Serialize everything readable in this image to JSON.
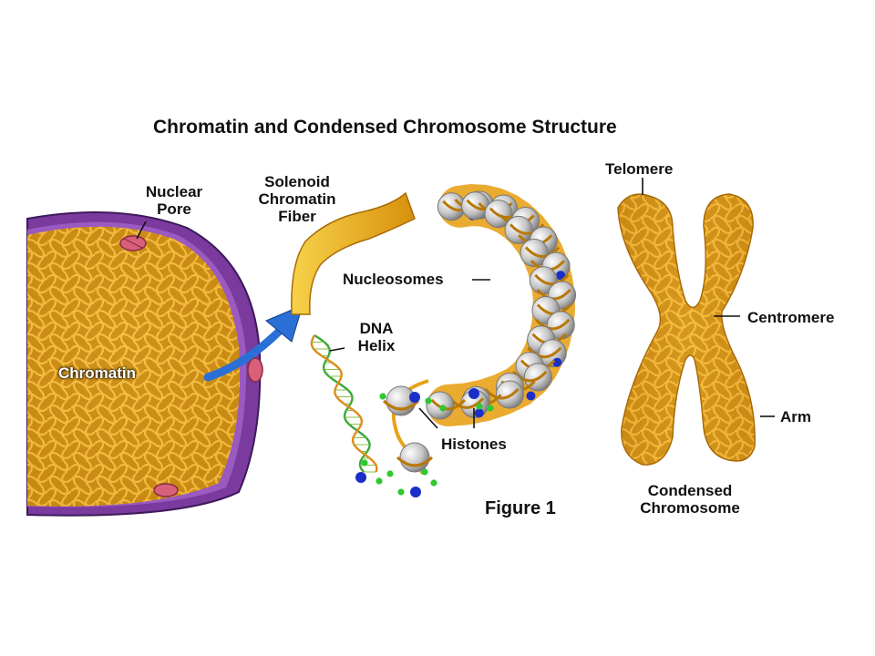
{
  "title": "Chromatin and Condensed Chromosome Structure",
  "labels": {
    "nuclear_pore": [
      "Nuclear",
      "Pore"
    ],
    "chromatin": "Chromatin",
    "solenoid": [
      "Solenoid",
      "Chromatin",
      "Fiber"
    ],
    "nucleosomes": "Nucleosomes",
    "dna_helix": [
      "DNA",
      "Helix"
    ],
    "histones": "Histones",
    "telomere": "Telomere",
    "centromere": "Centromere",
    "arm": "Arm",
    "condensed_chromosome": [
      "Condensed",
      "Chromosome"
    ],
    "figure": "Figure 1"
  },
  "colors": {
    "chromatin_fiber": "#e8a21a",
    "fiber_dark": "#b87808",
    "nuclear_envelope": "#7a3a9e",
    "nuclear_pore": "#d8607a",
    "arrow": "#2a6fd6",
    "nucleosome": "#c8c8c8",
    "histone_blue": "#1a2fc8",
    "histone_green": "#2fc82f",
    "dna_green": "#3aa83a",
    "dna_orange": "#e08a1a"
  }
}
